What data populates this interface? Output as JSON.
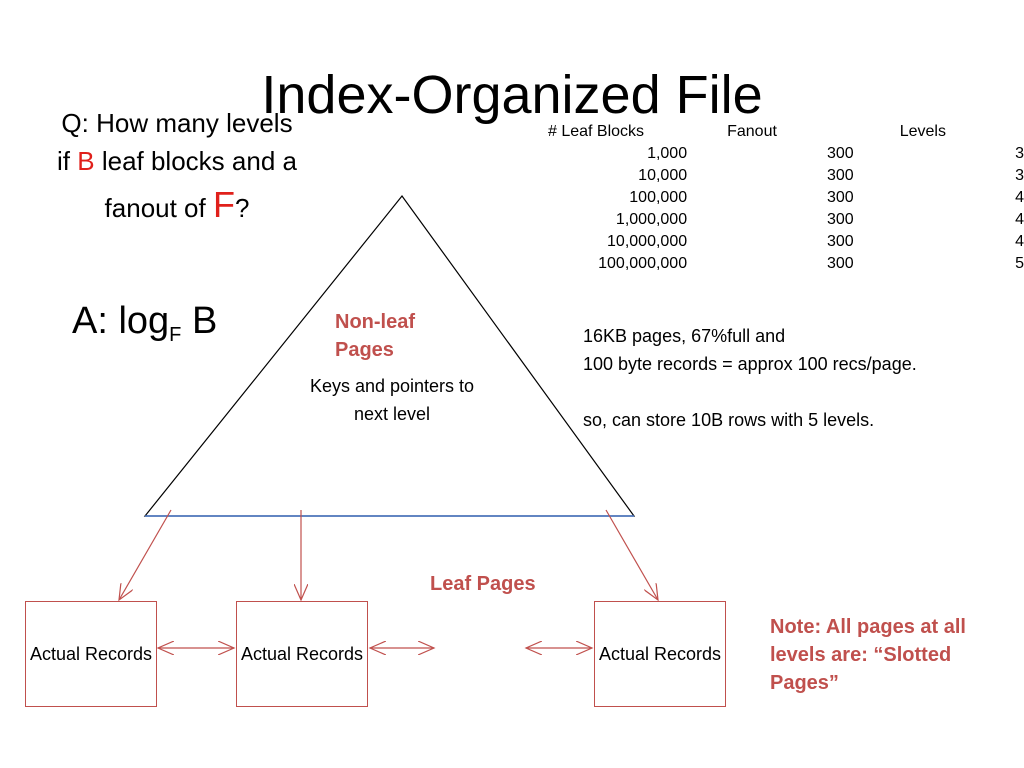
{
  "title": "Index-Organized File",
  "question": {
    "line1": "Q: How many levels",
    "line2_prefix": "if ",
    "leaf_var": "B",
    "line2_suffix": " leaf blocks and a",
    "line3_prefix": "fanout of ",
    "fanout_var": "F",
    "line3_suffix": "?"
  },
  "answer": {
    "prefix": "A: log",
    "subscript": "F",
    "suffix": " B"
  },
  "table": {
    "headers": [
      "# Leaf Blocks",
      "Fanout",
      "Levels"
    ],
    "rows": [
      [
        "1,000",
        "300",
        "3"
      ],
      [
        "10,000",
        "300",
        "3"
      ],
      [
        "100,000",
        "300",
        "4"
      ],
      [
        "1,000,000",
        "300",
        "4"
      ],
      [
        "10,000,000",
        "300",
        "4"
      ],
      [
        "100,000,000",
        "300",
        "5"
      ]
    ]
  },
  "notes": {
    "line1": "16KB pages, 67%full and",
    "line2": "100 byte records = approx 100 recs/page.",
    "line3": "so, can store 10B rows with 5 levels."
  },
  "diagram": {
    "nonleaf_label": "Non-leaf Pages",
    "keys_label": "Keys and pointers to next level",
    "leaf_label": "Leaf Pages",
    "records": [
      "Actual Records",
      "Actual Records",
      "Actual Records"
    ]
  },
  "note_slotted": "Note: All pages at all levels are: “Slotted Pages”",
  "colors": {
    "accent_red": "#c0504d",
    "variable_red": "#e0201b",
    "leaf_line_blue": "#4472c4"
  }
}
